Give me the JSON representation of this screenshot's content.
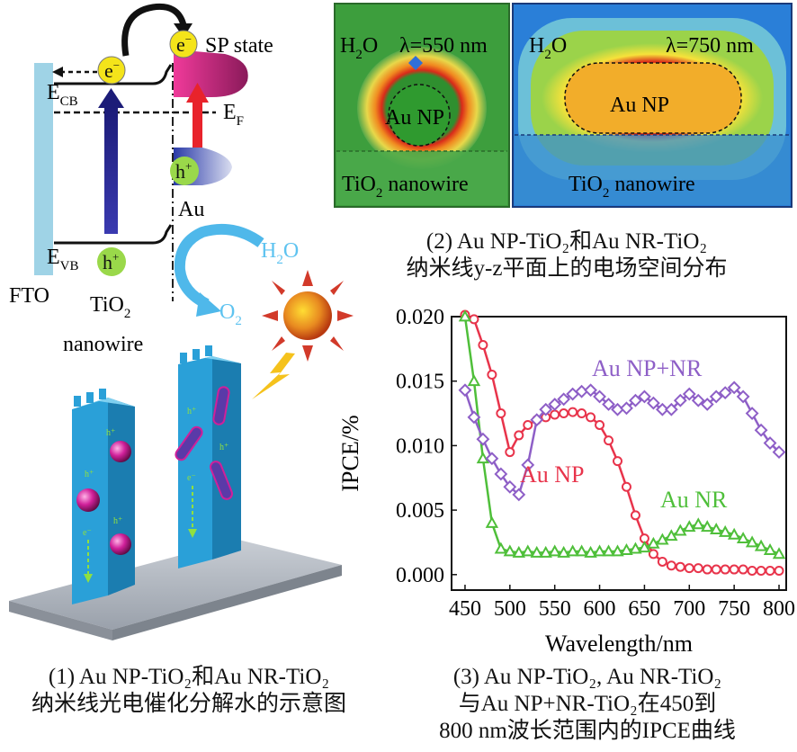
{
  "colors": {
    "cb_arrow": "#2a2a9a",
    "sp_arrow": "#e8232b",
    "water_arrow": "#4fb8ea",
    "water_text": "#5ec3f0",
    "fto_bar": "#9fd3e6",
    "nanowire": "#2aa0d8",
    "np_series": "#e8344b",
    "nr_series": "#4fbf3a",
    "npnr_series": "#8e5fc7"
  },
  "panel1": {
    "labels": {
      "sp_state": "SP state",
      "e_cb": "E",
      "e_cb_sub": "CB",
      "e_f": "E",
      "e_f_sub": "F",
      "e_vb": "E",
      "e_vb_sub": "VB",
      "fto": "FTO",
      "tio2": "TiO",
      "tio2_sub": "2",
      "nanowire": "nanowire",
      "au": "Au",
      "h2o": "H",
      "h2o_sub": "2",
      "h2o_tail": "O",
      "o2": "O",
      "o2_sub": "2",
      "electron": "e",
      "electron_sup": "−",
      "hole": "h",
      "hole_sup": "+"
    },
    "caption_line1": "(1) Au NP-TiO₂和Au NR-TiO₂",
    "caption_line2": "纳米线光电催化分解水的示意图"
  },
  "panel2": {
    "left": {
      "medium": "H",
      "medium_sub": "2",
      "medium_tail": "O",
      "wavelength": "λ=550 nm",
      "particle": "Au NP",
      "substrate": "TiO",
      "substrate_sub": "2",
      "substrate_tail": " nanowire"
    },
    "right": {
      "medium": "H",
      "medium_sub": "2",
      "medium_tail": "O",
      "wavelength": "λ=750 nm",
      "particle": "Au NP",
      "substrate": "TiO",
      "substrate_sub": "2",
      "substrate_tail": " nanowire"
    },
    "caption_line1": "(2) Au NP-TiO₂和Au NR-TiO₂",
    "caption_line2": "纳米线y-z平面上的电场空间分布"
  },
  "panel3": {
    "caption_line1": "(3) Au NP-TiO₂, Au NR-TiO₂",
    "caption_line2": "与Au NP+NR-TiO₂在450到",
    "caption_line3": "800 nm波长范围内的IPCE曲线"
  },
  "chart_data": {
    "type": "line",
    "xlabel": "Wavelength/nm",
    "ylabel": "IPCE/%",
    "xlim": [
      435,
      808
    ],
    "ylim": [
      -0.0012,
      0.02
    ],
    "xticks": [
      450,
      500,
      550,
      600,
      650,
      700,
      750,
      800
    ],
    "yticks": [
      0.0,
      0.005,
      0.01,
      0.015,
      0.02
    ],
    "ytick_labels": [
      "0.000",
      "0.005",
      "0.010",
      "0.015",
      "0.020"
    ],
    "grid": false,
    "series": [
      {
        "name": "Au NP",
        "color": "#e8344b",
        "marker": "circle",
        "x": [
          450,
          460,
          470,
          480,
          490,
          500,
          510,
          520,
          530,
          540,
          550,
          560,
          570,
          580,
          590,
          600,
          610,
          620,
          630,
          640,
          650,
          660,
          670,
          680,
          690,
          700,
          710,
          720,
          730,
          740,
          750,
          760,
          770,
          780,
          790,
          800
        ],
        "y": [
          0.0215,
          0.0198,
          0.0178,
          0.0155,
          0.0125,
          0.0095,
          0.0108,
          0.0116,
          0.012,
          0.0122,
          0.0124,
          0.0125,
          0.0126,
          0.0125,
          0.0122,
          0.0116,
          0.0104,
          0.0088,
          0.0068,
          0.0046,
          0.0028,
          0.0016,
          0.001,
          0.0007,
          0.0006,
          0.0005,
          0.0005,
          0.0004,
          0.0004,
          0.0004,
          0.0004,
          0.0004,
          0.0003,
          0.0003,
          0.0003,
          0.0003
        ]
      },
      {
        "name": "Au NR",
        "color": "#4fbf3a",
        "marker": "triangle",
        "x": [
          450,
          460,
          470,
          480,
          490,
          500,
          510,
          520,
          530,
          540,
          550,
          560,
          570,
          580,
          590,
          600,
          610,
          620,
          630,
          640,
          650,
          660,
          670,
          680,
          690,
          700,
          710,
          720,
          730,
          740,
          750,
          760,
          770,
          780,
          790,
          800
        ],
        "y": [
          0.02,
          0.015,
          0.009,
          0.004,
          0.002,
          0.0018,
          0.0017,
          0.0018,
          0.0017,
          0.0017,
          0.0018,
          0.0017,
          0.0018,
          0.0018,
          0.0017,
          0.0018,
          0.0018,
          0.0018,
          0.0019,
          0.002,
          0.0021,
          0.0024,
          0.0027,
          0.003,
          0.0034,
          0.0037,
          0.0039,
          0.0037,
          0.0035,
          0.0033,
          0.0031,
          0.0028,
          0.0025,
          0.0022,
          0.0019,
          0.0016
        ]
      },
      {
        "name": "Au NP+NR",
        "color": "#8e5fc7",
        "marker": "diamond",
        "x": [
          450,
          460,
          470,
          480,
          490,
          500,
          510,
          520,
          530,
          540,
          550,
          560,
          570,
          580,
          590,
          600,
          610,
          620,
          630,
          640,
          650,
          660,
          670,
          680,
          690,
          700,
          710,
          720,
          730,
          740,
          750,
          760,
          770,
          780,
          790,
          800
        ],
        "y": [
          0.0143,
          0.0122,
          0.0105,
          0.009,
          0.0078,
          0.0068,
          0.0062,
          0.0085,
          0.012,
          0.0128,
          0.0132,
          0.0136,
          0.014,
          0.0142,
          0.0143,
          0.0138,
          0.0132,
          0.0128,
          0.0129,
          0.0135,
          0.0138,
          0.0133,
          0.0128,
          0.0128,
          0.0135,
          0.014,
          0.0135,
          0.0132,
          0.0138,
          0.0141,
          0.0145,
          0.0138,
          0.0125,
          0.0112,
          0.0102,
          0.0095
        ]
      }
    ]
  }
}
